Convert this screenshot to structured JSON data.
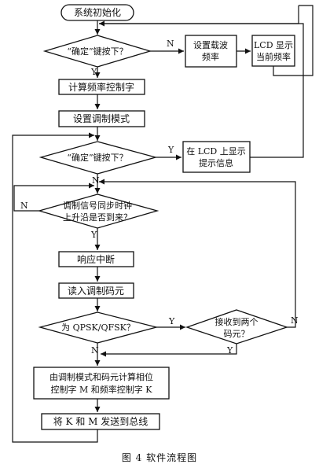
{
  "flowchart": {
    "start": "系统初始化",
    "decision_confirm_1": "“确定”键按下？",
    "set_carrier_freq": [
      "设置载波",
      "频率"
    ],
    "lcd_show_freq": [
      "LCD 显示",
      "当前频率"
    ],
    "calc_freq_word": "计算频率控制字",
    "set_mod_mode": "设置调制模式",
    "decision_confirm_2": "“确定”键按下？",
    "lcd_show_hint": [
      "在 LCD 上显示",
      "提示信息"
    ],
    "decision_sync_clock": [
      "调制信号同步时钟",
      "上升沿是否到来？"
    ],
    "respond_interrupt": "响应中断",
    "read_symbol": "读入调制码元",
    "decision_qpsk": "为 QPSK/QFSK？",
    "decision_two_symbols": [
      "接收到两个",
      "码元？"
    ],
    "calc_control_words": [
      "由调制模式和码元计算相位",
      "控制字 M 和频率控制字 K"
    ],
    "send_to_bus": "将 K 和 M 发送到总线"
  },
  "labels": {
    "yes": "Y",
    "no": "N"
  },
  "caption": "图 4   软件流程图"
}
